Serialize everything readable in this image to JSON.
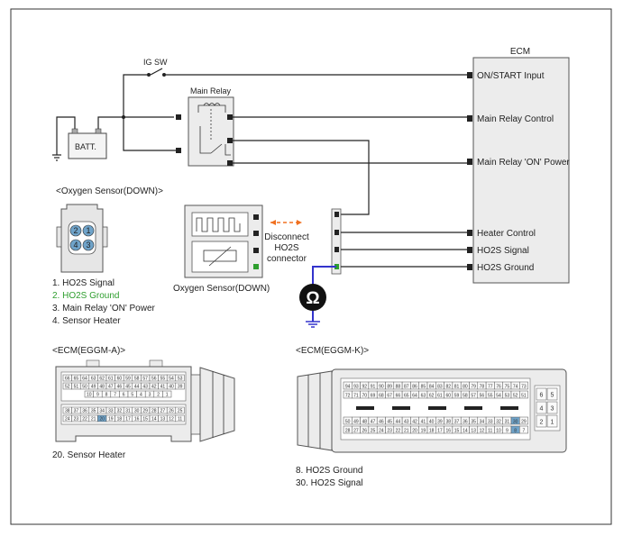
{
  "diagram": {
    "ecm": {
      "title": "ECM",
      "terminals": [
        "ON/START Input",
        "Main Relay Control",
        "Main Relay 'ON' Power",
        "Heater Control",
        "HO2S  Signal",
        "HO2S  Ground"
      ]
    },
    "ig_sw": "IG SW",
    "battery": "BATT.",
    "main_relay": "Main Relay",
    "disconnect": [
      "Disconnect",
      "HO2S",
      "connector"
    ],
    "oxygen_sensor_label": "Oxygen Sensor(DOWN)",
    "sensor_connector": {
      "title": "<Oxygen Sensor(DOWN)>",
      "pins": [
        "1",
        "2",
        "3",
        "4"
      ],
      "pin_list": [
        "1. HO2S Signal",
        "2. HO2S Ground",
        "3. Main Relay 'ON' Power",
        "4. Sensor Heater"
      ]
    },
    "ecm_a": {
      "title": "<ECM(EGGM-A)>",
      "row1": [
        "66",
        "65",
        "64",
        "63",
        "62",
        "61",
        "60",
        "59",
        "58",
        "57",
        "56",
        "55",
        "54",
        "53"
      ],
      "row2": [
        "52",
        "51",
        "50",
        "49",
        "48",
        "47",
        "46",
        "45",
        "44",
        "43",
        "42",
        "41",
        "40",
        "39"
      ],
      "row3": [
        "38",
        "37",
        "36",
        "35",
        "34",
        "33",
        "32",
        "31",
        "30",
        "29",
        "28",
        "27",
        "26",
        "25"
      ],
      "row4": [
        "24",
        "23",
        "22",
        "21",
        "20",
        "19",
        "18",
        "17",
        "16",
        "15",
        "14",
        "13",
        "12",
        "11"
      ],
      "row5": [
        "10",
        "9",
        "8",
        "7",
        "6",
        "5",
        "4",
        "3",
        "2",
        "1"
      ],
      "note": "20. Sensor Heater"
    },
    "ecm_k": {
      "title": "<ECM(EGGM-K)>",
      "row1": [
        "94",
        "93",
        "92",
        "91",
        "90",
        "89",
        "88",
        "87",
        "86",
        "85",
        "84",
        "83",
        "82",
        "81",
        "80",
        "79",
        "78",
        "77",
        "76",
        "75",
        "74",
        "73"
      ],
      "row2": [
        "72",
        "71",
        "70",
        "69",
        "68",
        "67",
        "66",
        "65",
        "64",
        "63",
        "62",
        "61",
        "60",
        "59",
        "58",
        "57",
        "56",
        "55",
        "54",
        "53",
        "52",
        "51"
      ],
      "row3": [
        "50",
        "49",
        "48",
        "47",
        "46",
        "45",
        "44",
        "43",
        "42",
        "41",
        "40",
        "39",
        "38",
        "37",
        "36",
        "35",
        "34",
        "33",
        "32",
        "31",
        "30",
        "29"
      ],
      "row4": [
        "28",
        "27",
        "26",
        "25",
        "24",
        "23",
        "22",
        "21",
        "20",
        "19",
        "18",
        "17",
        "16",
        "15",
        "14",
        "13",
        "12",
        "11",
        "10",
        "9",
        "8",
        "7"
      ],
      "side": [
        "6",
        "5",
        "4",
        "3",
        "2",
        "1"
      ],
      "notes": [
        "8. HO2S Ground",
        "30. HO2S Signal"
      ]
    },
    "colors": {
      "ground_wire": "#3333cc",
      "ground_pin": "#2e9e2e",
      "highlight_pin": "#6fa3c9",
      "ground_text": "#2e9e2e"
    }
  }
}
